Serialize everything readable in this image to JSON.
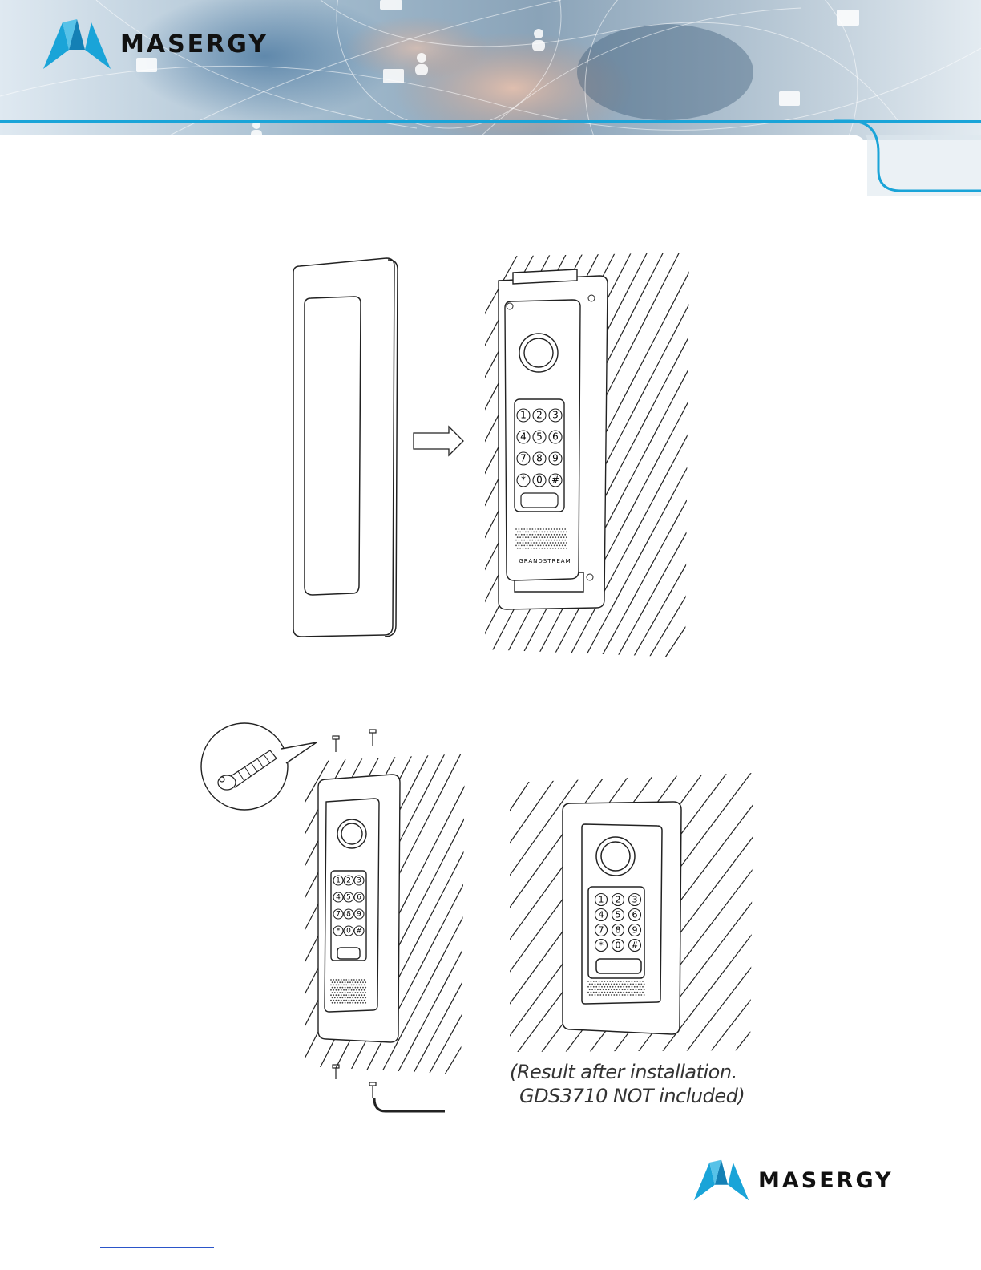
{
  "brand": {
    "name": "MASERGY",
    "colors": {
      "accent": "#1aa4d8",
      "accent_dark": "#1480b5",
      "ink": "#111111"
    }
  },
  "header": {
    "logo_text": "MASERGY"
  },
  "figures": {
    "frame_into_wall": {
      "keypad_keys": [
        "1",
        "2",
        "3",
        "4",
        "5",
        "6",
        "7",
        "8",
        "9",
        "*",
        "0",
        "#"
      ],
      "device_brand": "GRANDSTREAM"
    },
    "screw_mount": {
      "keypad_keys": [
        "1",
        "2",
        "3",
        "4",
        "5",
        "6",
        "7",
        "8",
        "9",
        "*",
        "0",
        "#"
      ]
    },
    "result": {
      "keypad_keys": [
        "1",
        "2",
        "3",
        "4",
        "5",
        "6",
        "7",
        "8",
        "9",
        "*",
        "0",
        "#"
      ]
    }
  },
  "caption": {
    "line1": "(Result after installation.",
    "line2": "GDS3710 NOT included)"
  },
  "footer": {
    "logo_text": "MASERGY"
  }
}
